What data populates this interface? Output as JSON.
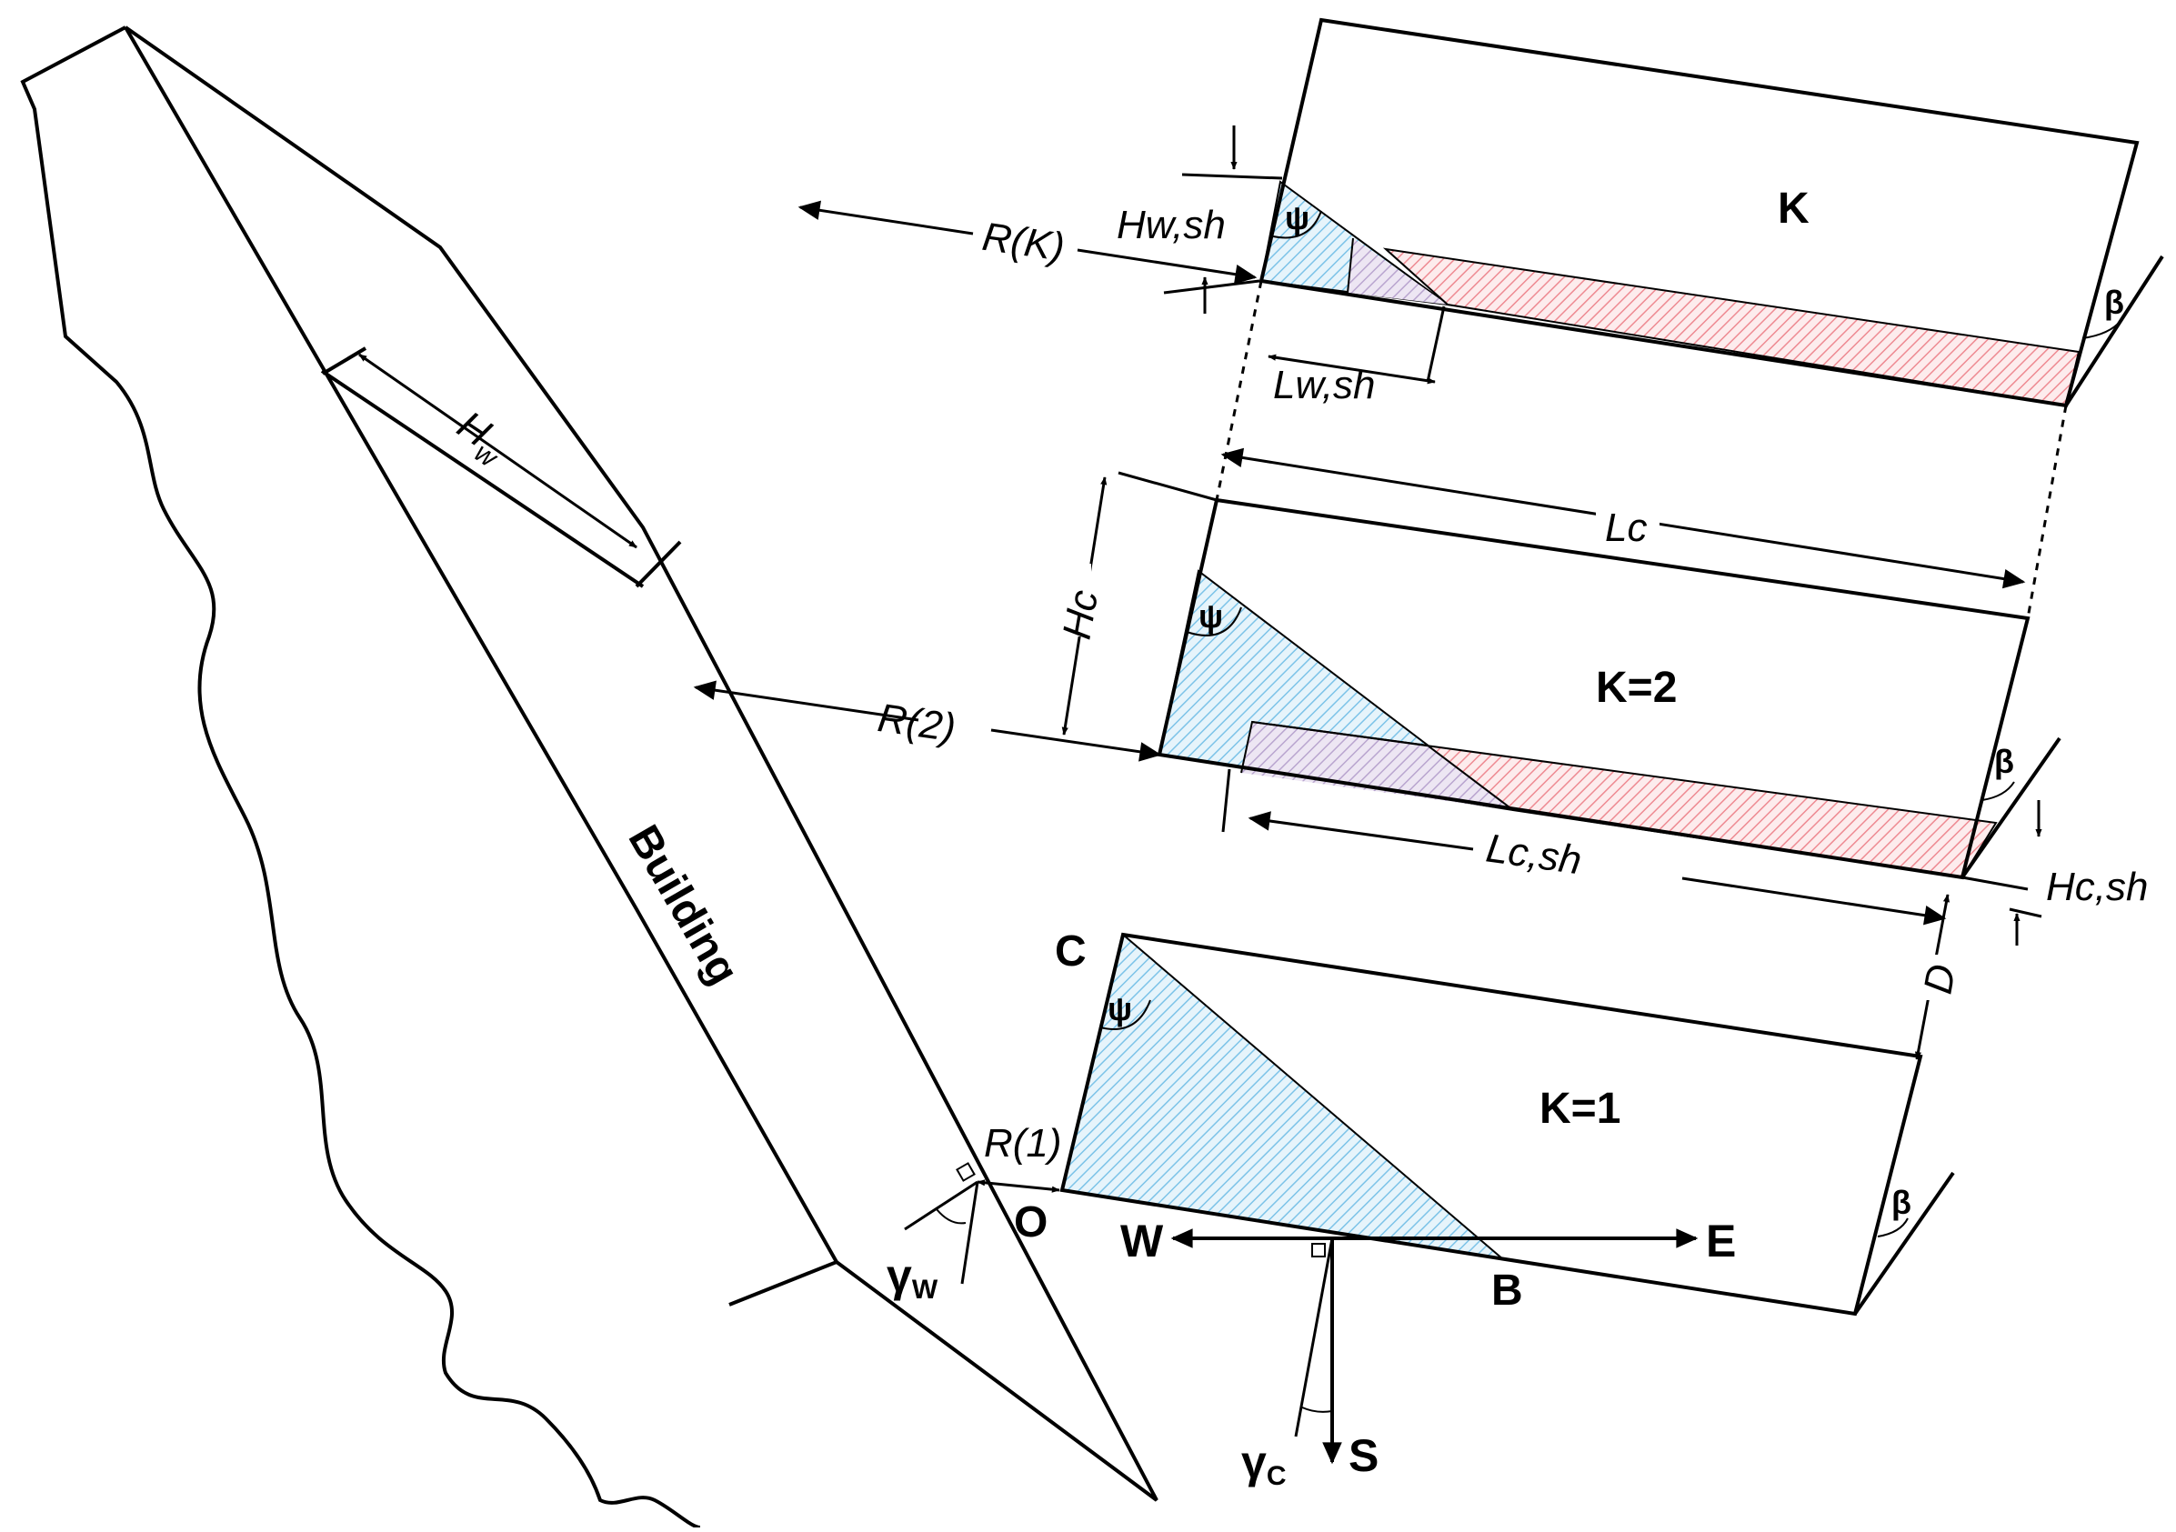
{
  "labels": {
    "hw": "H",
    "hw_sub": "w",
    "building": "Building",
    "row_k": "K",
    "row_k2": "K=2",
    "row_k1": "K=1",
    "hw_sh": "Hw,sh",
    "lw_sh": "Lw,sh",
    "r_k": "R(K)",
    "r_2": "R(2)",
    "r_1": "R(1)",
    "lc": "Lc",
    "hc": "Hc",
    "lc_sh": "Lc,sh",
    "hc_sh": "Hc,sh",
    "d": "D",
    "c": "C",
    "o": "O",
    "b": "B",
    "w": "W",
    "e": "E",
    "s": "S",
    "gamma_w": "γ",
    "gamma_w_sub": "W",
    "gamma_c": "γ",
    "gamma_c_sub": "C",
    "psi_k": "ψ",
    "psi_2": "ψ",
    "psi_1": "ψ",
    "beta_k": "β",
    "beta_2": "β",
    "beta_1": "β"
  },
  "colors": {
    "window_shadow": "#9fd3ef",
    "collector_shadow": "#f0a0a6",
    "stroke": "#000000"
  }
}
